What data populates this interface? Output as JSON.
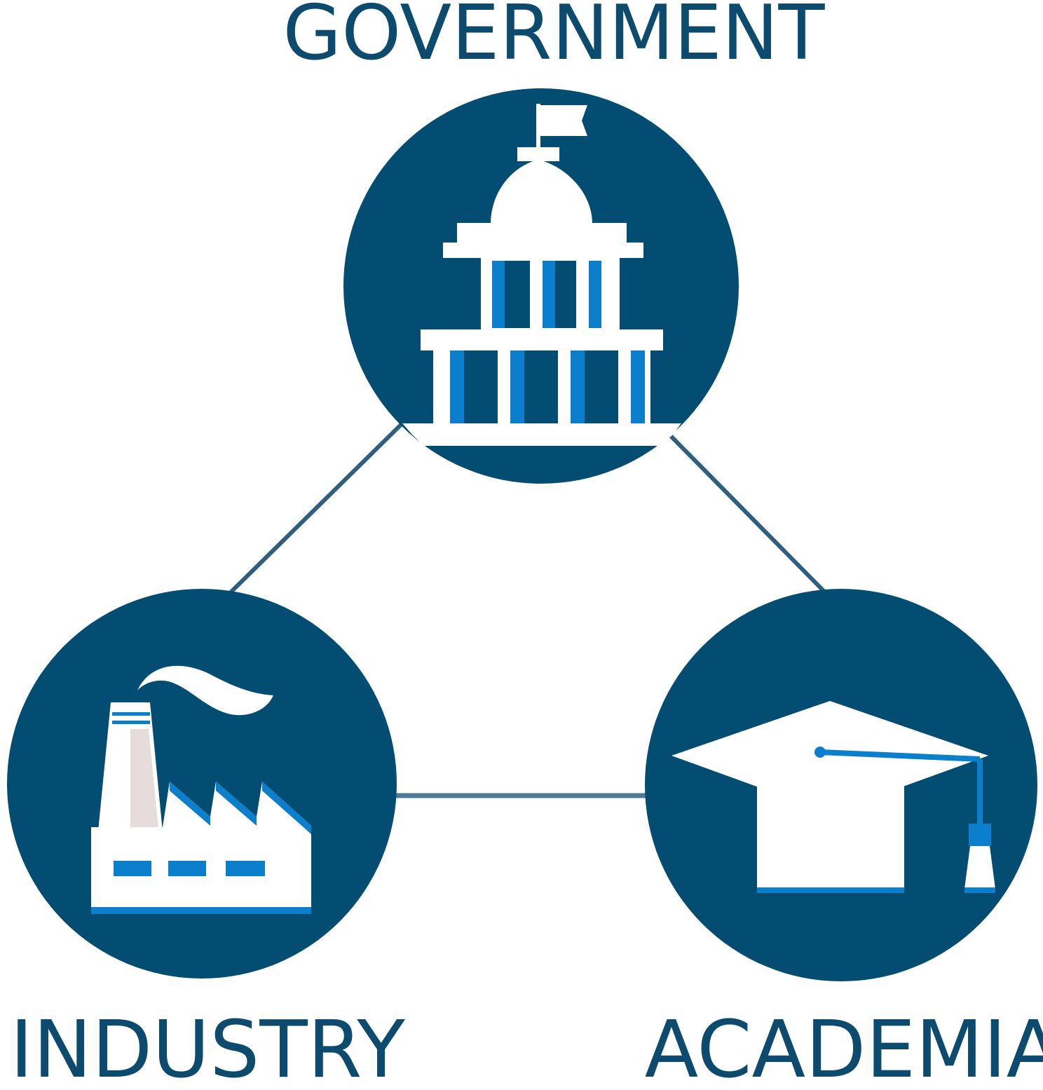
{
  "nodes": [
    {
      "id": "government",
      "label": "GOVERNMENT",
      "icon": "capitol-building-icon"
    },
    {
      "id": "industry",
      "label": "INDUSTRY",
      "icon": "factory-icon"
    },
    {
      "id": "academia",
      "label": "ACADEMIA",
      "icon": "graduation-cap-icon"
    }
  ],
  "edges": [
    {
      "from": "government",
      "to": "industry"
    },
    {
      "from": "government",
      "to": "academia"
    },
    {
      "from": "industry",
      "to": "academia"
    }
  ],
  "colors": {
    "navy": "#034d73",
    "accent_blue": "#0b7fcc",
    "white": "#ffffff",
    "smokestack_shade": "#e6dcdb",
    "text": "#0c4a6e"
  }
}
